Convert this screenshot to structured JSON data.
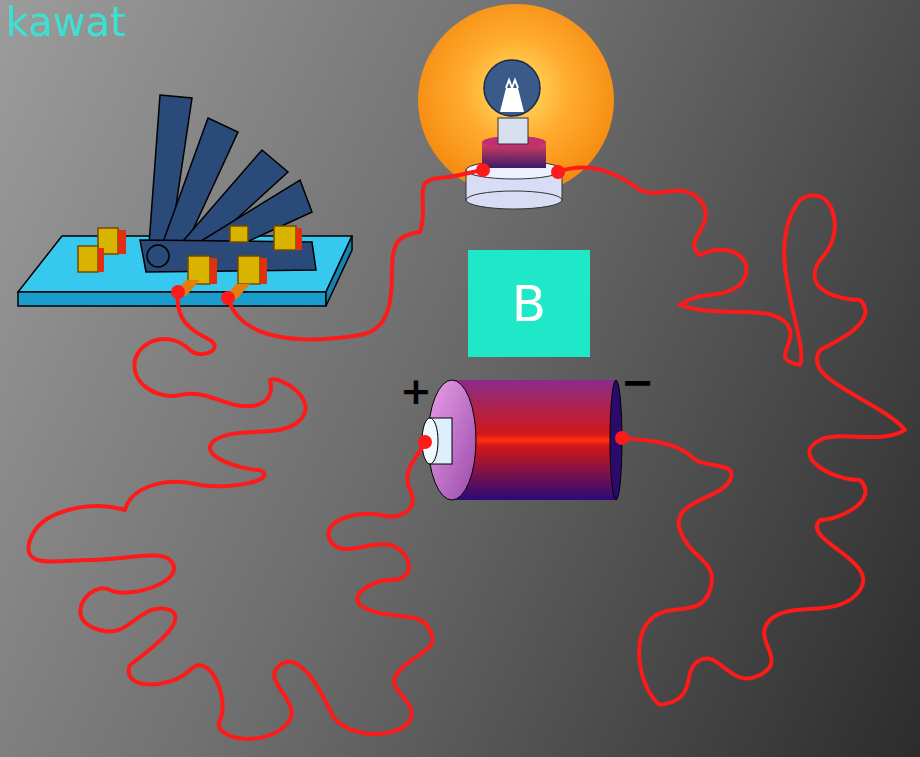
{
  "diagram": {
    "title": "kawat",
    "nodes": [
      {
        "text": [
          "B"
        ]
      }
    ],
    "labels": [
      "+",
      "−"
    ]
  }
}
